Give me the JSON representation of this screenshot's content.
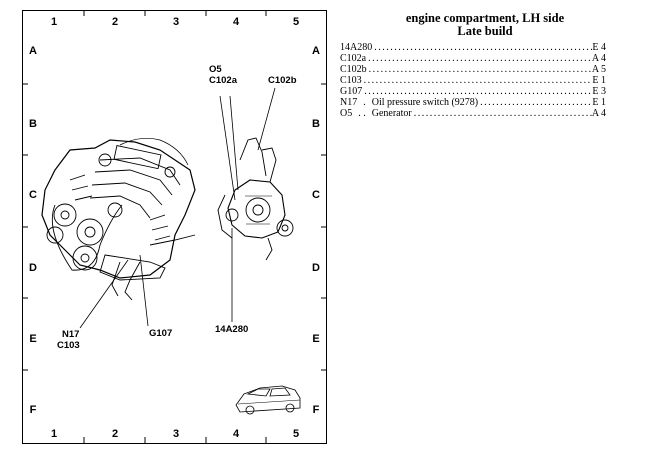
{
  "grid": {
    "columns": [
      "1",
      "2",
      "3",
      "4",
      "5"
    ],
    "rows": [
      "A",
      "B",
      "C",
      "D",
      "E",
      "F"
    ]
  },
  "diagram": {
    "callouts": {
      "o5": "O5",
      "c102a": "C102a",
      "c102b": "C102b",
      "n17": "N17",
      "c103": "C103",
      "g107": "G107",
      "a14a280": "14A280"
    }
  },
  "title": {
    "line1": "engine compartment, LH side",
    "line2": "Late build"
  },
  "legend": [
    {
      "code": "14A280",
      "desc": "",
      "loc": "E 4"
    },
    {
      "code": "C102a",
      "desc": "",
      "loc": "A 4"
    },
    {
      "code": "C102b",
      "desc": "",
      "loc": "A 5"
    },
    {
      "code": "C103",
      "desc": "",
      "loc": "E 1"
    },
    {
      "code": "G107",
      "desc": "",
      "loc": "E 3"
    },
    {
      "code": "N17",
      "desc": "Oil pressure switch (9278)",
      "loc": "E 1"
    },
    {
      "code": "O5",
      "desc": "Generator",
      "loc": "A 4"
    }
  ]
}
